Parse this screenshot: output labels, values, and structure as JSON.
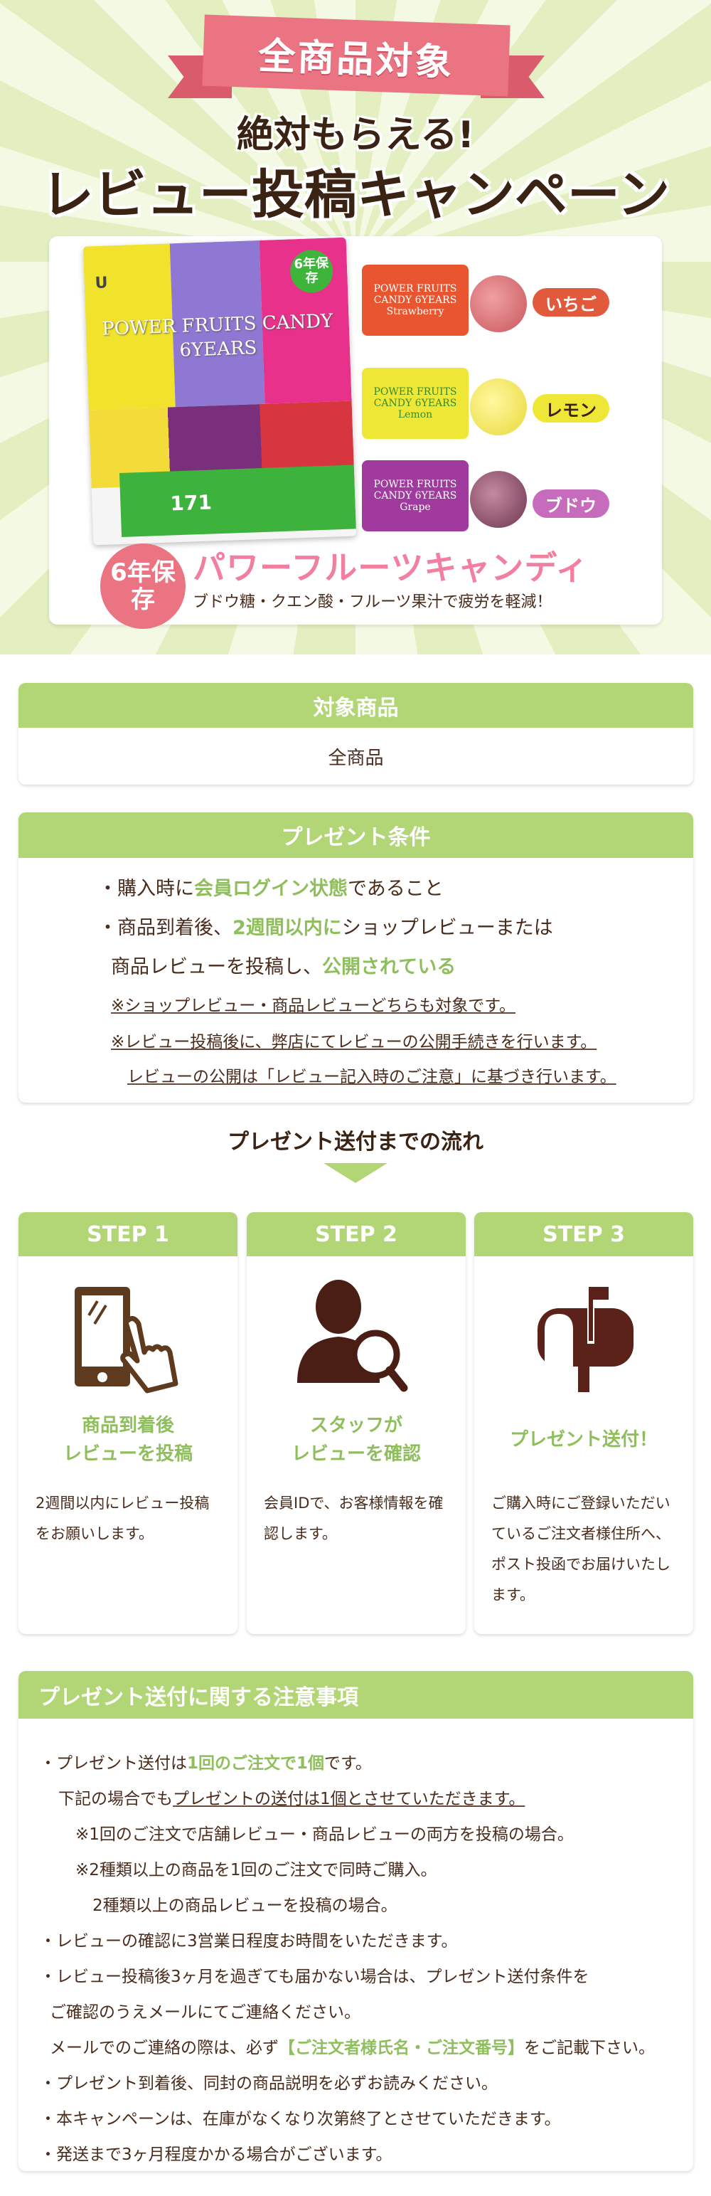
{
  "hero": {
    "ribbon": "全商品対象",
    "subtitle": "絶対もらえる!",
    "title": "レビュー投稿キャンペーン",
    "product_package": {
      "brand": "U",
      "name_line1": "POWER FRUITS CANDY",
      "name_line2": "6YEARS",
      "badge": "6年保存",
      "code": "171"
    },
    "candies": [
      {
        "wrapper": "POWER FRUITS CANDY 6YEARS Strawberry",
        "label": "いちご",
        "color": "#e25a3c"
      },
      {
        "wrapper": "POWER FRUITS CANDY 6YEARS Lemon",
        "label": "レモン",
        "color": "#eee736"
      },
      {
        "wrapper": "POWER FRUITS CANDY 6YEARS Grape",
        "label": "ブドウ",
        "color": "#c76bbd"
      }
    ],
    "badge": "6年保存",
    "product_name": "パワーフルーツキャンディ",
    "product_desc": "ブドウ糖・クエン酸・フルーツ果汁で疲労を軽減！"
  },
  "target": {
    "heading": "対象商品",
    "value": "全商品"
  },
  "conditions": {
    "heading": "プレゼント条件",
    "line1": {
      "a": "・購入時に",
      "b": "会員ログイン状態",
      "c": "であること"
    },
    "line2": {
      "a": "・商品到着後、",
      "b": "2週間以内に",
      "c": "ショップレビューまたは"
    },
    "line3": {
      "a": "商品レビューを投稿し、",
      "b": "公開されている"
    },
    "note1": "※ショップレビュー・商品レビューどちらも対象です。",
    "note2": "※レビュー投稿後に、弊店にてレビューの公開手続きを行います。",
    "note3": "レビューの公開は「レビュー記入時のご注意」に基づき行います。"
  },
  "flow": {
    "heading": "プレゼント送付までの流れ",
    "steps": [
      {
        "label": "STEP 1",
        "icon": "smartphone-tap-icon",
        "title1": "商品到着後",
        "title2": "レビューを投稿",
        "desc": "2週間以内にレビュー投稿をお願いします。"
      },
      {
        "label": "STEP 2",
        "icon": "user-search-icon",
        "title1": "スタッフが",
        "title2": "レビューを確認",
        "desc": "会員IDで、お客様情報を確認します。"
      },
      {
        "label": "STEP 3",
        "icon": "mailbox-icon",
        "title1": "プレゼント送付！",
        "title2": "",
        "desc": "ご購入時にご登録いただいているご注文者様住所へ、ポスト投函でお届けいたします。"
      }
    ]
  },
  "notes": {
    "heading": "プレゼント送付に関する注意事項",
    "l1": {
      "a": "・プレゼント送付は",
      "b": "1回のご注文で1個",
      "c": "です。"
    },
    "l2": {
      "a": "下記の場合でも",
      "b": "プレゼントの送付は1個とさせていただきます。"
    },
    "l3": "※1回のご注文で店舗レビュー・商品レビューの両方を投稿の場合。",
    "l4": "※2種類以上の商品を1回のご注文で同時ご購入。",
    "l5": "2種類以上の商品レビューを投稿の場合。",
    "l6": "・レビューの確認に3営業日程度お時間をいただきます。",
    "l7": "・レビュー投稿後3ヶ月を過ぎても届かない場合は、プレゼント送付条件を",
    "l8": "ご確認のうえメールにてご連絡ください。",
    "l9": {
      "a": "メールでのご連絡の際は、必ず",
      "b": "【ご注文者様氏名・ご注文番号】",
      "c": "をご記載下さい。"
    },
    "l10": "・プレゼント到着後、同封の商品説明を必ずお読みください。",
    "l11": "・本キャンペーンは、在庫がなくなり次第終了とさせていただきます。",
    "l12": "・発送まで3ヶ月程度かかる場合がございます。"
  },
  "colors": {
    "accent_green": "#b2d676",
    "highlight_green": "#8fbf5c",
    "ribbon_pink": "#ea7482",
    "text_brown": "#4a2c1c"
  }
}
